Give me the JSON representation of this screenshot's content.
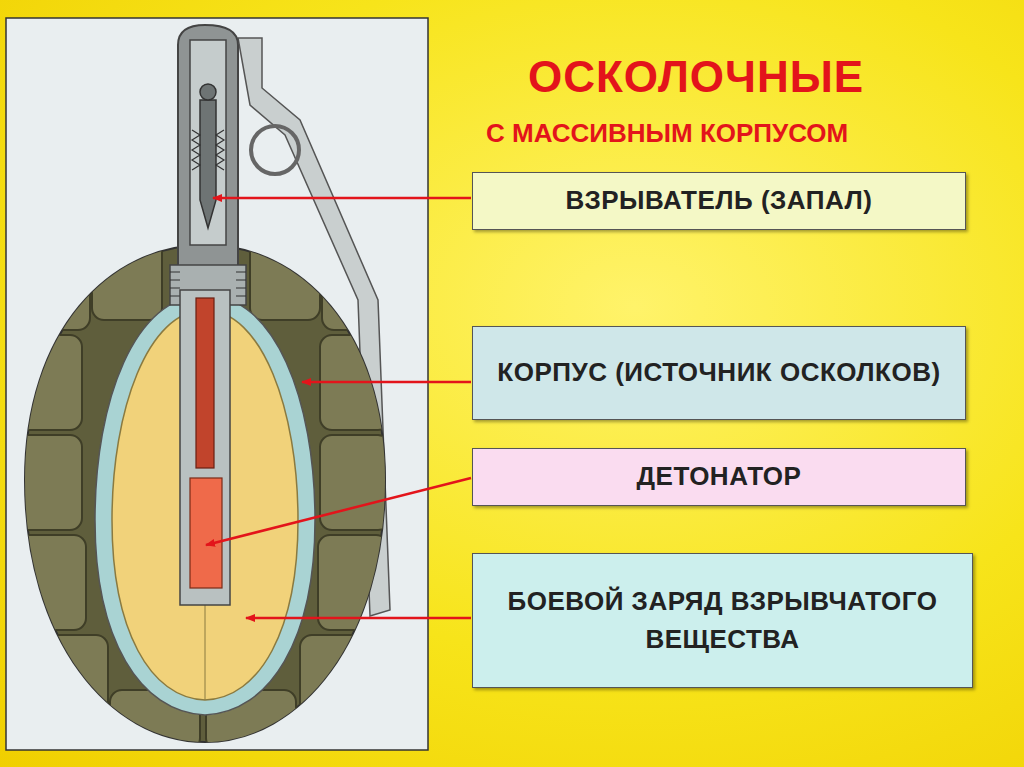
{
  "diagram": {
    "title": "ОСКОЛОЧНЫЕ",
    "nodes": [
      {
        "text": [
          "ВЗРЫВАТЕЛЬ (ЗАПАЛ)"
        ]
      },
      {
        "text": [
          "КОРПУС (ИСТОЧНИК ОСКОЛКОВ)"
        ]
      },
      {
        "text": [
          "ДЕТОНАТОР"
        ]
      },
      {
        "text": [
          "БОЕВОЙ ЗАРЯД ВЗРЫВЧАТОГО ВЕЩЕСТВА"
        ]
      }
    ],
    "labels": [
      "С МАССИВНЫМ КОРПУСОМ"
    ]
  }
}
